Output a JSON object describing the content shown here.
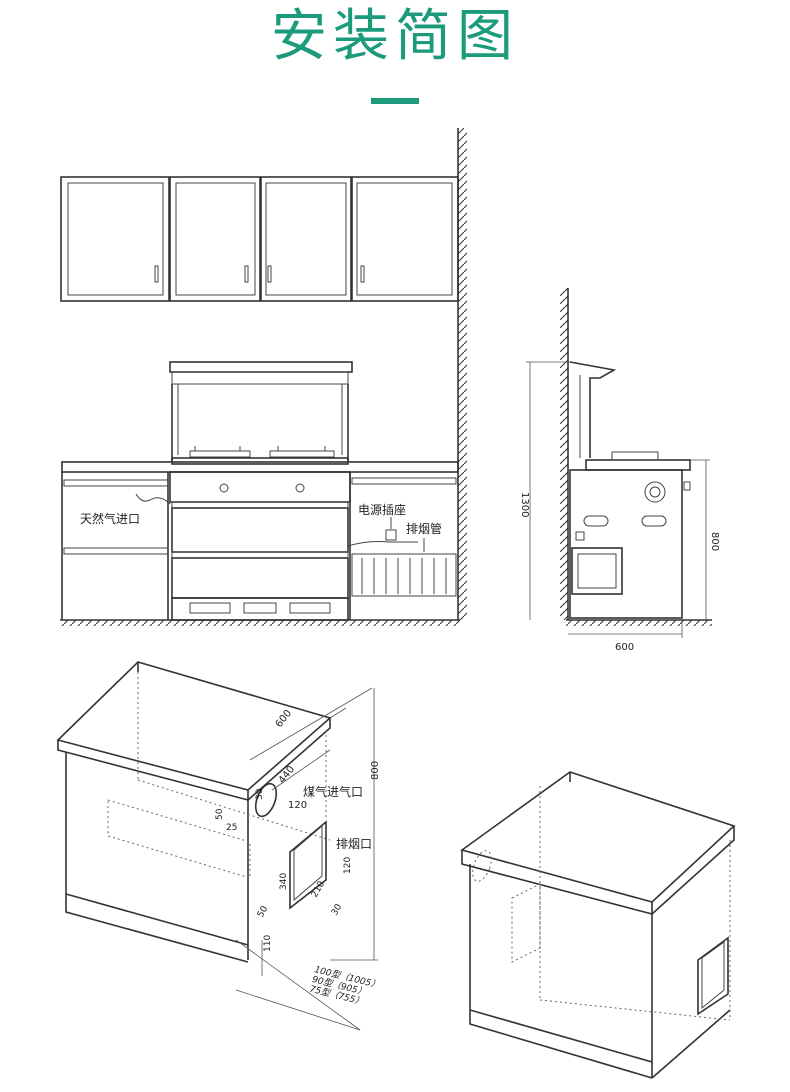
{
  "title": "安装简图",
  "colors": {
    "accent": "#1b9a7c",
    "line": "#333333"
  },
  "front_view": {
    "gas_inlet_label": "天然气进口",
    "socket_label": "电源插座",
    "exhaust_label": "排烟管"
  },
  "side_view": {
    "height_total": "1300",
    "height_counter": "800",
    "depth": "600"
  },
  "iso_view": {
    "depth_top": "600",
    "dim_440": "440",
    "dim_800": "800",
    "dim_120a": "120",
    "dim_30a": "30",
    "dim_50a": "50",
    "dim_25": "25",
    "dim_120b": "120",
    "dim_340": "340",
    "dim_210": "210",
    "dim_50b": "50",
    "dim_30b": "30",
    "dim_110": "110",
    "gas_port_label": "煤气进气口",
    "exhaust_port_label": "排烟口",
    "width_100": "100型（1005）",
    "width_90": "90型（905）",
    "width_75": "75型（755）"
  }
}
